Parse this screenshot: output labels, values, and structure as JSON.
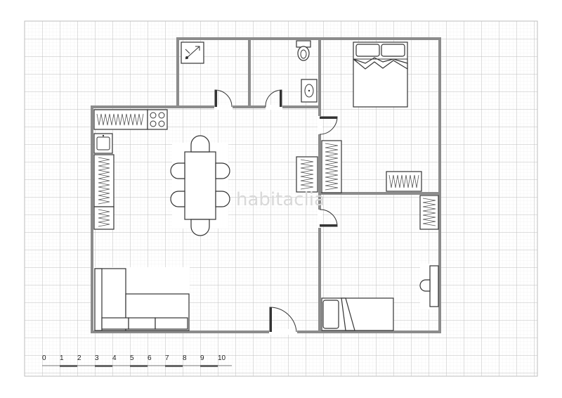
{
  "watermark": "habitaclia",
  "scale_bar": {
    "labels": [
      "0",
      "1",
      "2",
      "3",
      "4",
      "5",
      "6",
      "7",
      "8",
      "9",
      "10"
    ]
  },
  "colors": {
    "grid_minor": "#e6e6e6",
    "grid_major": "#bdbdbd",
    "wall": "#8c8c8c",
    "furniture": "#333333"
  },
  "icons": [
    "shower-icon",
    "toilet-icon",
    "sink-icon",
    "stove-icon",
    "double-bed-icon",
    "single-bed-icon",
    "sofa-icon",
    "dining-table-icon",
    "door-icon",
    "wardrobe-icon",
    "desk-icon"
  ]
}
